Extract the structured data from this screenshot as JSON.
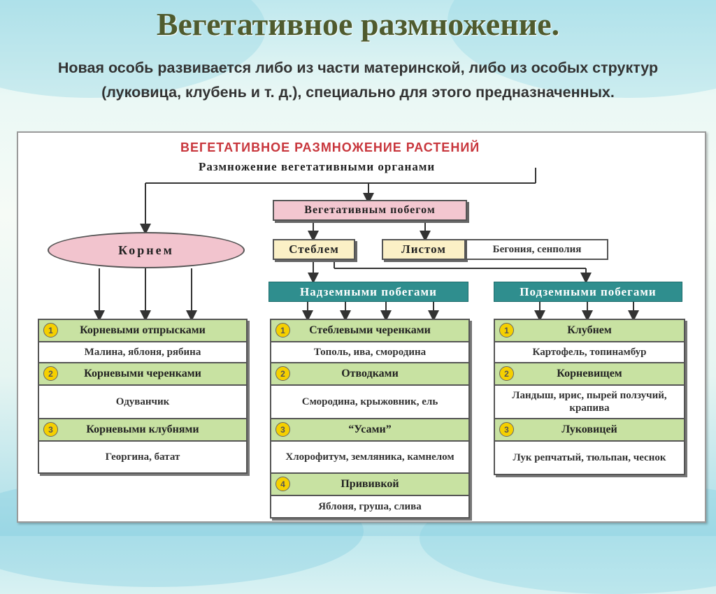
{
  "title": "Вегетативное размножение.",
  "subtitle": "Новая особь развивается либо из части материнской, либо из особых структур (луковица, клубень и т. д.), специально для этого предназначенных.",
  "diagram": {
    "heading": "ВЕГЕТАТИВНОЕ РАЗМНОЖЕНИЕ РАСТЕНИЙ",
    "root": "Размножение вегетативными органами",
    "shoot": "Вегетативным побегом",
    "root_method": "Корнем",
    "stem": "Стеблем",
    "leaf": "Листом",
    "leaf_example": "Бегония, сенполия",
    "above": "Надземными побегами",
    "under": "Подземными побегами",
    "col_root": [
      {
        "n": "1",
        "method": "Корневыми отпрысками",
        "example": "Малина, яблоня, рябина"
      },
      {
        "n": "2",
        "method": "Корневыми черенками",
        "example": "Одуванчик"
      },
      {
        "n": "3",
        "method": "Корневыми клубнями",
        "example": "Георгина, батат"
      }
    ],
    "col_above": [
      {
        "n": "1",
        "method": "Стеблевыми черенками",
        "example": "Тополь, ива, смородина"
      },
      {
        "n": "2",
        "method": "Отводками",
        "example": "Смородина, крыжовник, ель"
      },
      {
        "n": "3",
        "method": "“Усами”",
        "example": "Хлорофитум, земляника, камнелом"
      },
      {
        "n": "4",
        "method": "Прививкой",
        "example": "Яблоня, груша, слива"
      }
    ],
    "col_under": [
      {
        "n": "1",
        "method": "Клубнем",
        "example": "Картофель, топинамбур"
      },
      {
        "n": "2",
        "method": "Корневищем",
        "example": "Ландыш, ирис, пырей ползучий, крапива"
      },
      {
        "n": "3",
        "method": "Луковицей",
        "example": "Лук репчатый, тюльпан, чеснок"
      }
    ]
  }
}
